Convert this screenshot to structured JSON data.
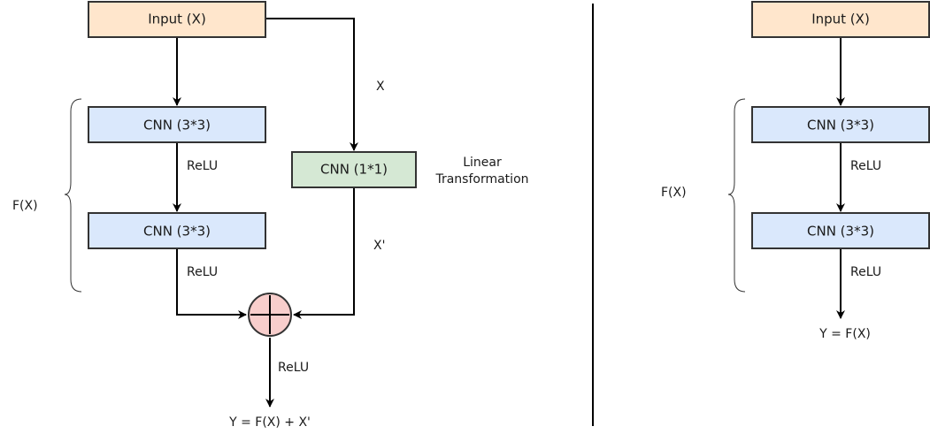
{
  "left": {
    "input_label": "Input (X)",
    "conv1_label": "CNN (3*3)",
    "conv2_label": "CNN (3*3)",
    "shortcut_conv_label": "CNN (1*1)",
    "relu1_label": "ReLU",
    "relu2_label": "ReLU",
    "relu3_label": "ReLU",
    "x_label": "X",
    "x_prime_label": "X'",
    "linear_line1": "Linear",
    "linear_line2": "Transformation",
    "fx_label": "F(X)",
    "output_label": "Y = F(X) + X'"
  },
  "right": {
    "input_label": "Input (X)",
    "conv1_label": "CNN (3*3)",
    "conv2_label": "CNN (3*3)",
    "relu1_label": "ReLU",
    "relu2_label": "ReLU",
    "fx_label": "F(X)",
    "output_label": "Y = F(X)"
  },
  "colors": {
    "input_fill": "#ffe6cc",
    "input_stroke": "#333333",
    "conv_fill": "#dae8fc",
    "conv_stroke": "#333333",
    "shortcut_fill": "#d5e8d4",
    "shortcut_stroke": "#333333",
    "add_fill": "#f8cecc",
    "add_stroke": "#333333"
  }
}
